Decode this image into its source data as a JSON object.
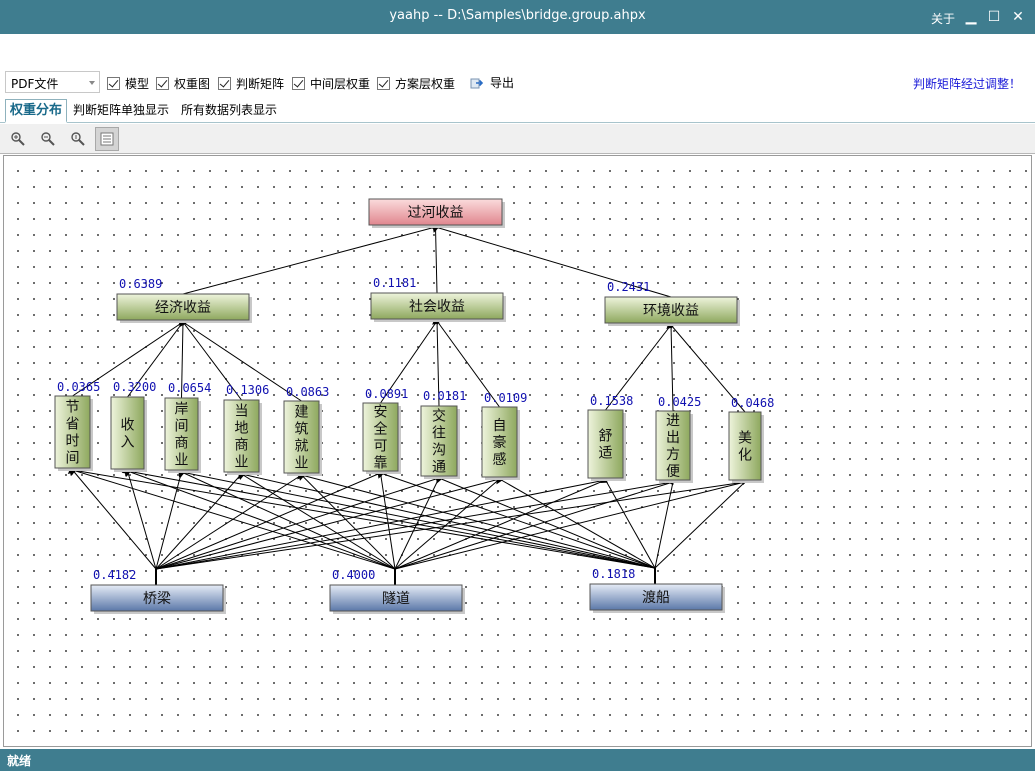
{
  "window": {
    "title": "yaahp -- D:\\Samples\\bridge.group.ahpx",
    "about": "关于",
    "minimize_glyph": "▁",
    "maximize_glyph": "☐",
    "close_glyph": "✕"
  },
  "toolbar": {
    "format_select": "PDF文件",
    "checkboxes": [
      {
        "label": "模型",
        "checked": true
      },
      {
        "label": "权重图",
        "checked": true
      },
      {
        "label": "判断矩阵",
        "checked": true
      },
      {
        "label": "中间层权重",
        "checked": true
      },
      {
        "label": "方案层权重",
        "checked": true
      }
    ],
    "export_label": "导出",
    "notice": "判断矩阵经过调整！"
  },
  "tabs": [
    {
      "label": "权重分布",
      "active": true
    },
    {
      "label": "判断矩阵单独显示",
      "active": false
    },
    {
      "label": "所有数据列表显示",
      "active": false
    }
  ],
  "zoom_tools": [
    {
      "name": "zoom-in-icon",
      "pressed": false
    },
    {
      "name": "zoom-out-icon",
      "pressed": false
    },
    {
      "name": "zoom-reset-icon",
      "pressed": false
    },
    {
      "name": "list-view-icon",
      "pressed": true
    }
  ],
  "colors": {
    "titlebar": "#3f7d8f",
    "goal_fill_top": "#fbdcdc",
    "goal_fill_bottom": "#e0868e",
    "criteria_fill_top": "#eef4dc",
    "criteria_fill_bottom": "#8ea85e",
    "alternative_fill_top": "#e6ecf6",
    "alternative_fill_bottom": "#5b78a8",
    "weight_text": "#1010b0",
    "notice": "#1a1ad8"
  },
  "model": {
    "goal": {
      "label": "过河收益"
    },
    "criteria": [
      {
        "label": "经济收益",
        "weight": "0.6389"
      },
      {
        "label": "社会收益",
        "weight": "0.1181"
      },
      {
        "label": "环境收益",
        "weight": "0.2431"
      }
    ],
    "subcriteria": [
      {
        "label": "节省时间",
        "weight": "0.0365",
        "parent": 0
      },
      {
        "label": "收入",
        "weight": "0.3200",
        "parent": 0
      },
      {
        "label": "岸间商业",
        "weight": "0.0654",
        "parent": 0
      },
      {
        "label": "当地商业",
        "weight": "0.1306",
        "parent": 0
      },
      {
        "label": "建筑就业",
        "weight": "0.0863",
        "parent": 0
      },
      {
        "label": "安全可靠",
        "weight": "0.0891",
        "parent": 1
      },
      {
        "label": "交往沟通",
        "weight": "0.0181",
        "parent": 1
      },
      {
        "label": "自豪感",
        "weight": "0.0109",
        "parent": 1
      },
      {
        "label": "舒适",
        "weight": "0.1538",
        "parent": 2
      },
      {
        "label": "进出方便",
        "weight": "0.0425",
        "parent": 2
      },
      {
        "label": "美化",
        "weight": "0.0468",
        "parent": 2
      }
    ],
    "alternatives": [
      {
        "label": "桥梁",
        "weight": "0.4182"
      },
      {
        "label": "隧道",
        "weight": "0.4000"
      },
      {
        "label": "渡船",
        "weight": "0.1818"
      }
    ]
  },
  "status": {
    "text": "就绪"
  }
}
